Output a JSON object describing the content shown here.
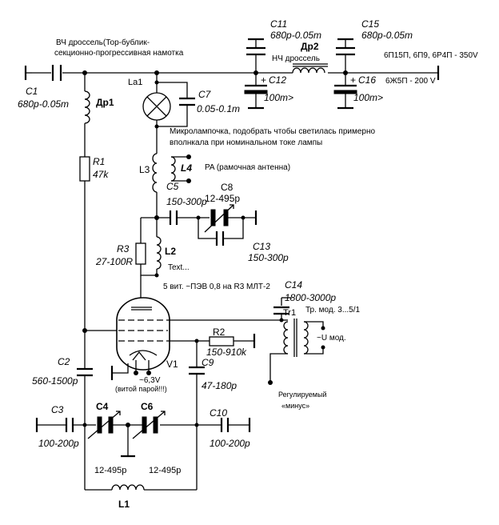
{
  "rf_choke_note_1": "ВЧ дроссель(Тор-бублик-",
  "rf_choke_note_2": "секционно-прогрессивная намотка",
  "c1": {
    "name": "C1",
    "value": "680p-0.05m"
  },
  "dr1": {
    "name": "Др1"
  },
  "r1": {
    "name": "R1",
    "value": "47k"
  },
  "la1": {
    "name": "La1"
  },
  "c7": {
    "name": "C7",
    "value": "0.05-0.1m"
  },
  "lamp_note_1": "Микролампочка, подобрать чтобы светилась примерно",
  "lamp_note_2": "вполнкала при номинальном токе лампы",
  "c11": {
    "name": "C11",
    "value": "680p-0.05m"
  },
  "c15": {
    "name": "C15",
    "value": "680p-0.05m"
  },
  "dr2": {
    "name": "Др2"
  },
  "lf_choke_label": "НЧ дроссель",
  "c12": {
    "name": "C12",
    "value": "100m>"
  },
  "c16": {
    "name": "C16",
    "value": "100m>"
  },
  "plus": "+",
  "supply_1": "6П15П, 6П9, 6Р4П - 350V",
  "supply_2": "6Ж5П - 200  V",
  "l3": {
    "name": "L3"
  },
  "l4": {
    "name": "L4"
  },
  "pa_label": "PA (рамочная антенна)",
  "c5": {
    "name": "C5",
    "value": "150-300p"
  },
  "c8": {
    "name": "C8",
    "value": "12-495p"
  },
  "c13": {
    "name": "C13",
    "value": "150-300p"
  },
  "r3": {
    "name": "R3",
    "value": "27-100R"
  },
  "l2": {
    "name": "L2"
  },
  "text_placeholder": "Text...",
  "winding_note": "5 вит. ~ПЭВ 0,8 на R3 МЛТ-2",
  "c14": {
    "name": "C14",
    "value": "1800-3000p"
  },
  "tr1": {
    "name": "Tr1"
  },
  "tr_mod": "Тр. мод.  3...5/1",
  "u_mod": "~U мод.",
  "r2": {
    "name": "R2",
    "value": "150-910k"
  },
  "v1": {
    "name": "V1"
  },
  "c2": {
    "name": "C2",
    "value": "560-1500p"
  },
  "c9": {
    "name": "C9",
    "value": "47-180p"
  },
  "heater_1": "~6,3V",
  "heater_2": "(витой парой!!!)",
  "bias_1": "Регулируемый",
  "bias_2": "«минус»",
  "c3": {
    "name": "C3",
    "value": "100-200p"
  },
  "c4": {
    "name": "C4",
    "value": "12-495p"
  },
  "c6": {
    "name": "C6",
    "value": "12-495p"
  },
  "c10": {
    "name": "C10",
    "value": "100-200p"
  },
  "l1": {
    "name": "L1"
  }
}
